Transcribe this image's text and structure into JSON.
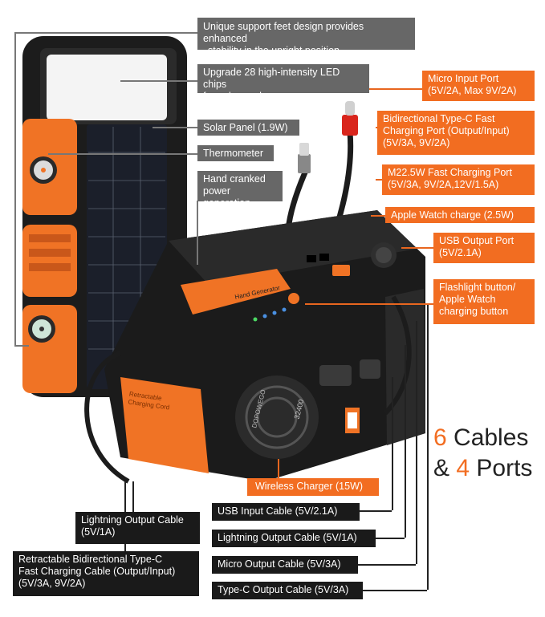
{
  "colors": {
    "accent": "#f26d21",
    "gray_label": "#676767",
    "black_label": "#1a1a1a"
  },
  "callouts": {
    "support_feet": [
      "Unique support feet design provides enhanced",
      "stability in the upright position."
    ],
    "led_chips": [
      "Upgrade 28 high-intensity LED chips",
      "for enhanced emergency rescue"
    ],
    "solar_panel": "Solar Panel (1.9W)",
    "thermometer": "Thermometer",
    "hand_crank": [
      "Hand cranked",
      "power generation"
    ],
    "micro_input": [
      "Micro Input Port",
      "(5V/2A, Max 9V/2A)"
    ],
    "bidirectional_typec_port": [
      "Bidirectional Type-C Fast",
      "Charging Port (Output/Input)",
      "(5V/3A, 9V/2A)"
    ],
    "m22_port": [
      "M22.5W Fast Charging Port",
      "(5V/3A, 9V/2A,12V/1.5A)"
    ],
    "apple_watch_charge": "Apple Watch charge (2.5W)",
    "usb_output": [
      "USB Output Port",
      "(5V/2.1A)"
    ],
    "flashlight_button": [
      "Flashlight button/",
      "Apple Watch",
      "charging button"
    ],
    "wireless_charger": "Wireless Charger (15W)",
    "lightning_output_left": [
      "Lightning Output Cable",
      "(5V/1A)"
    ],
    "retractable_typec": [
      "Retractable Bidirectional Type-C",
      "Fast Charging Cable (Output/Input)",
      "(5V/3A, 9V/2A)"
    ],
    "usb_input_cable": "USB Input Cable (5V/2.1A)",
    "lightning_output_cable": "Lightning Output Cable (5V/1A)",
    "micro_output_cable": "Micro Output Cable (5V/3A)",
    "typec_output_cable": "Type-C Output Cable (5V/3A)"
  },
  "headline": {
    "cables_count": "6",
    "cables_word": " Cables",
    "amp": "& ",
    "ports_count": "4",
    "ports_word": " Ports"
  },
  "product_print": {
    "hand_generator": "Hand Generator",
    "retractable": [
      "Retractable",
      "Charging Cord"
    ],
    "brand": "DOPOWEGO",
    "capacity": "32400"
  }
}
